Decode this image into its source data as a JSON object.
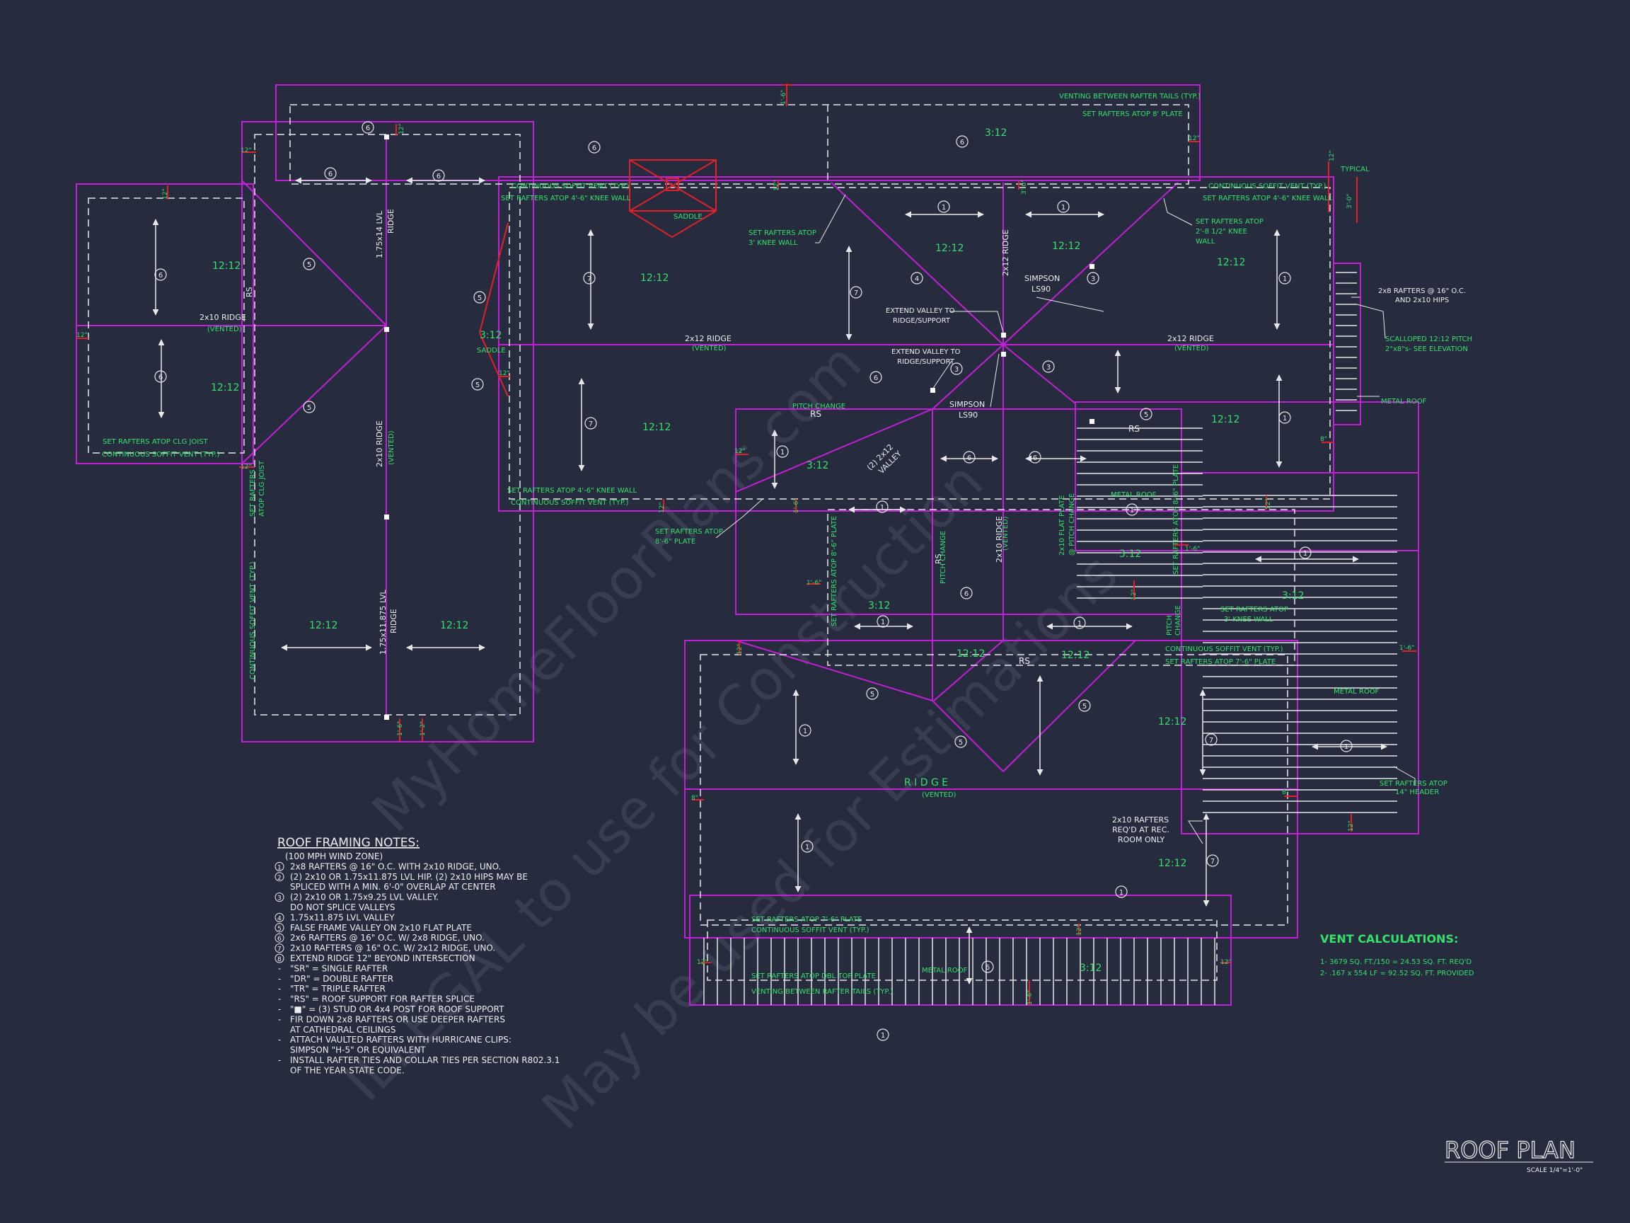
{
  "drawing": {
    "title": "ROOF PLAN",
    "scale": "SCALE 1/4\"=1'-0\"",
    "watermarks": [
      "MyHomeFloorPlans.com",
      "ILLEGAL to use for Construction",
      "May be used for Estimations"
    ]
  },
  "notes": {
    "heading": "ROOF FRAMING NOTES:",
    "lines": [
      {
        "mark": "",
        "text": "(100 MPH WIND ZONE)"
      },
      {
        "mark": "1",
        "text": "2x8 RAFTERS @ 16\" O.C. WITH 2x10 RIDGE, UNO."
      },
      {
        "mark": "2",
        "text": "(2) 2x10 OR 1.75x11.875 LVL HIP. (2) 2x10 HIPS MAY BE"
      },
      {
        "mark": "",
        "text": "SPLICED WITH A MIN. 6'-0\" OVERLAP AT CENTER"
      },
      {
        "mark": "3",
        "text": "(2) 2x10 OR 1.75x9.25 LVL VALLEY."
      },
      {
        "mark": "",
        "text": "DO NOT SPLICE VALLEYS"
      },
      {
        "mark": "4",
        "text": "1.75x11.875 LVL VALLEY"
      },
      {
        "mark": "5",
        "text": "FALSE FRAME VALLEY ON 2x10 FLAT PLATE"
      },
      {
        "mark": "6",
        "text": "2x6 RAFTERS @ 16\" O.C. W/ 2x8 RIDGE, UNO."
      },
      {
        "mark": "7",
        "text": "2x10 RAFTERS @ 16\" O.C. W/ 2x12 RIDGE, UNO."
      },
      {
        "mark": "8",
        "text": "EXTEND RIDGE 12\" BEYOND INTERSECTION"
      },
      {
        "mark": "-",
        "text": "\"SR\" = SINGLE RAFTER"
      },
      {
        "mark": "-",
        "text": "\"DR\" = DOUBLE RAFTER"
      },
      {
        "mark": "-",
        "text": "\"TR\" = TRIPLE RAFTER"
      },
      {
        "mark": "-",
        "text": "\"RS\" = ROOF SUPPORT FOR RAFTER SPLICE"
      },
      {
        "mark": "-",
        "text": "\"■\" = (3) STUD OR 4x4 POST FOR ROOF SUPPORT"
      },
      {
        "mark": "-",
        "text": "FIR DOWN 2x8 RAFTERS OR USE DEEPER RAFTERS"
      },
      {
        "mark": "",
        "text": "AT CATHEDRAL CEILINGS"
      },
      {
        "mark": "-",
        "text": "ATTACH VAULTED RAFTERS WITH HURRICANE CLIPS:"
      },
      {
        "mark": "",
        "text": "SIMPSON \"H-5\" OR EQUIVALENT"
      },
      {
        "mark": "-",
        "text": "INSTALL RAFTER TIES AND COLLAR TIES PER SECTION R802.3.1"
      },
      {
        "mark": "",
        "text": "OF THE YEAR STATE CODE."
      }
    ]
  },
  "vent": {
    "heading": "VENT CALCULATIONS:",
    "line1": "1- 3679 SQ. FT./150 = 24.53 SQ. FT. REQ'D",
    "line2": "2- .167 x 554 LF = 92.52 SQ. FT. PROVIDED"
  },
  "labels": {
    "venting_top": "VENTING BETWEEN RAFTER TAILS (TYP.)",
    "rafters_8_plate": "SET RAFTERS ATOP 8' PLATE",
    "soffit": "CONTINUOUS SOFFIT VENT (TYP.)",
    "knee_4_6": "SET RAFTERS ATOP 4'-6\" KNEE WALL",
    "saddle": "SADDLE",
    "knee_3": "SET RAFTERS ATOP",
    "knee_3b": "3' KNEE WALL",
    "knee_2_8": "SET RAFTERS ATOP",
    "knee_2_8b": "2'-8 1/2\" KNEE",
    "knee_2_8c": "WALL",
    "typical": "TYPICAL",
    "rafters_2x8_hips": "2x8 RAFTERS @ 16\" O.C.",
    "rafters_2x8_hips2": "AND 2x10 HIPS",
    "scalloped": "SCALLOPED 12:12 PITCH",
    "scalloped2": "2\"x8\"s- SEE ELEVATION",
    "metal_roof": "METAL ROOF",
    "ridge_2x12": "2x12 RIDGE",
    "vented": "(VENTED)",
    "ridge_2x10": "2x10 RIDGE",
    "lvl_ridge_top": "1.75x14 LVL",
    "lvl_ridge_bot": "1.75x11.875 LVL",
    "ridge": "RIDGE",
    "simpson": "SIMPSON",
    "lsu": "LS90",
    "extend_valley": "EXTEND VALLEY TO",
    "extend_valley2": "RIDGE/SUPPORT",
    "pitch_change": "PITCH CHANGE",
    "rs": "RS",
    "clg_joist": "SET RAFTERS ATOP CLG JOIST",
    "set_rafters_clg_a": "SET RAFTERS",
    "set_rafters_clg_b": "ATOP CLG JOIST",
    "valley_2x12": "(2) 2x12",
    "valley_word": "VALLEY",
    "rafters_8_6": "SET RAFTERS ATOP",
    "rafters_8_6b": "8'-6\" PLATE",
    "rafters_8_6_v": "SET RAFTERS ATOP 8'-6\" PLATE",
    "flat_plate": "2x10 FLAT PLATE",
    "flat_plate2": "@ PITCH CHANGE",
    "rafters_7_6": "SET RAFTERS ATOP 7'-6\" PLATE",
    "rafters_dbl": "SET RAFTERS ATOP DBL TOP PLATE",
    "venting_bot": "VENTING BETWEEN RAFTER TAILS (TYP.)",
    "header_14": "SET RAFTERS ATOP",
    "header_14b": "14\" HEADER",
    "rec_room": "2x10 RAFTERS",
    "rec_room2": "REQ'D AT REC.",
    "rec_room3": "ROOM ONLY",
    "ridge_spaced": "R I D G E",
    "pitch_change_v": "PITCH CHANGE",
    "pitch_change_v2": "PITCH",
    "pitch_change_v3": "CHANGE",
    "rafters_3_knee": "SET RAFTERS ATOP",
    "rafters_3_knee2": "3' KNEE WALL"
  },
  "pitches": [
    "12:12",
    "3:12"
  ],
  "dims": [
    "1'-6\"",
    "12\"",
    "3'-0\"",
    "8\"",
    "1'-2\"",
    "1'-6\""
  ]
}
